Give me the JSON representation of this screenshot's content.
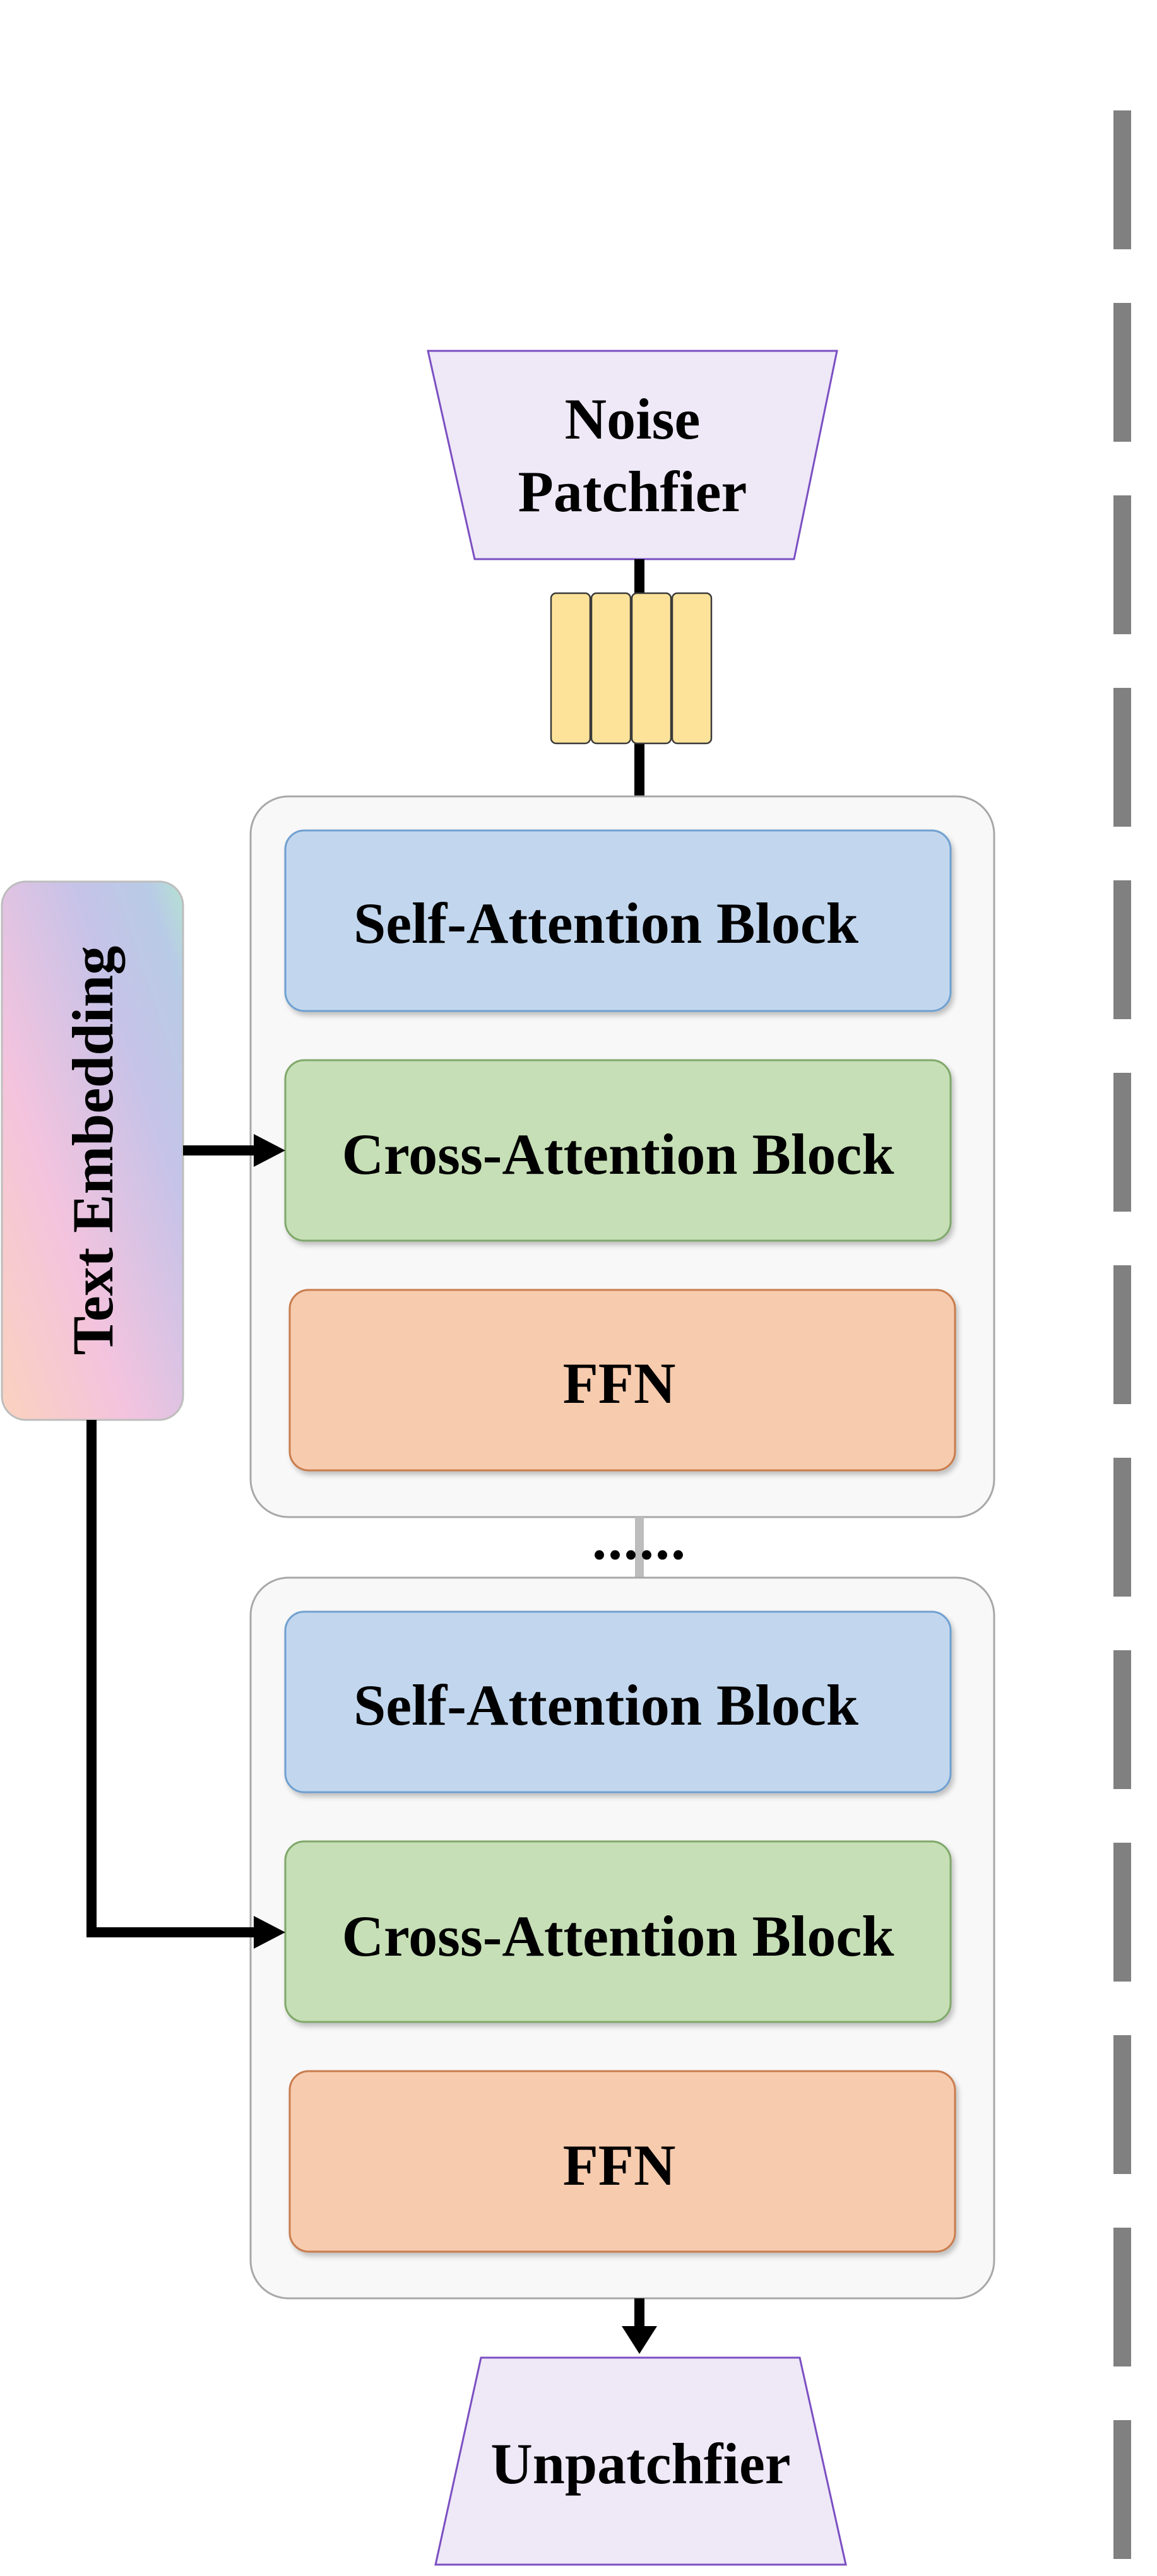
{
  "input": {
    "label_line1": "Noise",
    "label_line2": "Patchfier"
  },
  "output": {
    "label": "Unpatchfier"
  },
  "text_embedding": {
    "label": "Text Embedding"
  },
  "blocks": [
    {
      "self_attention": "Self-Attention Block",
      "cross_attention": "Cross-Attention Block",
      "ffn": "FFN"
    },
    {
      "self_attention": "Self-Attention Block",
      "cross_attention": "Cross-Attention Block",
      "ffn": "FFN"
    }
  ],
  "ellipsis": "......",
  "colors": {
    "patchifier_fill": "#EEE8F7",
    "patchifier_stroke": "#7B4FC2",
    "token_fill": "#FDE39A",
    "self_attention_fill": "#C2D7EE",
    "self_attention_stroke": "#6FA0D0",
    "cross_attention_fill": "#C6DFB6",
    "cross_attention_stroke": "#7FA86A",
    "ffn_fill": "#F7CBAE",
    "ffn_stroke": "#C97C4E",
    "container_fill": "#F8F8F8",
    "container_stroke": "#A8A8A8",
    "divider": "#808080"
  }
}
